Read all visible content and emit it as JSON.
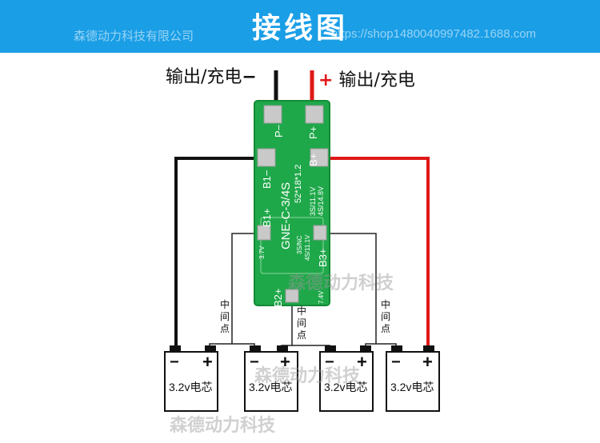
{
  "header": {
    "title": "接线图",
    "watermark_company": "森德动力科技有限公司",
    "watermark_url": "https://shop1480040997482.1688.com"
  },
  "terminals": {
    "negative_label": "输出/充电",
    "negative_sign": "−",
    "positive_label": "输出/充电",
    "positive_sign": "+"
  },
  "board": {
    "model": "GNE-C-3/4S",
    "size": "52*18*1.2",
    "voltage_line1": "3S/11.1V",
    "voltage_line2": "4S/14.8V",
    "volt_b1": "3.7V",
    "volt_b3_line1": "3S/NC",
    "volt_b3_line2": "4S/11.1V",
    "volt_b2": "7.4V",
    "pad_p_minus": "P−",
    "pad_p_plus": "P+",
    "pad_b1_minus": "B1−",
    "pad_b_plus": "B+",
    "pad_b1_plus": "B1+",
    "pad_b3_plus": "B3+",
    "pad_b2_plus": "B2+"
  },
  "midpoint_label": "中间点",
  "cells": [
    {
      "label": "3.2v电芯",
      "minus": "−",
      "plus": "+"
    },
    {
      "label": "3.2v电芯",
      "minus": "−",
      "plus": "+"
    },
    {
      "label": "3.2v电芯",
      "minus": "−",
      "plus": "+"
    },
    {
      "label": "3.2v电芯",
      "minus": "−",
      "plus": "+"
    }
  ],
  "watermarks": {
    "board_wm": "森德动力科技",
    "cells_wm": "森德动力科技",
    "bottom_wm": "森德动力科技"
  },
  "colors": {
    "header_bg": "#1a9ee6",
    "board_green": "#1fa84a",
    "wire_red": "#e01818",
    "wire_black": "#111111"
  }
}
